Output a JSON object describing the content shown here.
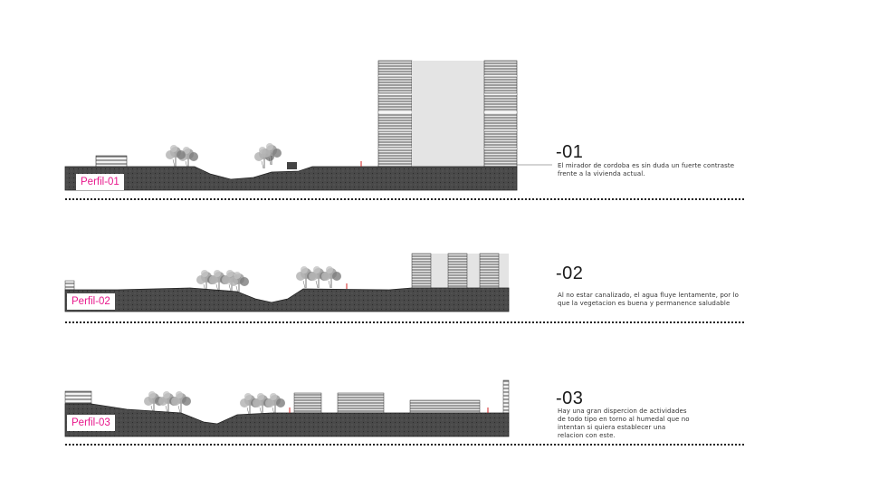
{
  "sections": [
    {
      "tag": "Perfil-01",
      "number": "-01",
      "description": "El mirador de cordoba es sin duda un fuerte contraste frente a la vivienda actual."
    },
    {
      "tag": "Perfil-02",
      "number": "-02",
      "description": "Al no estar canalizado, el agua fluye lentamente, por lo que la vegetacion es buena y permanence saludable"
    },
    {
      "tag": "Perfil-03",
      "number": "-03",
      "description": "Hay una gran dispercion de actividades de todo tipo en torno al humedal que no intentan si quiera establecer una relacion con este."
    }
  ],
  "colors": {
    "ground": "#4a4a4a",
    "tag_text": "#e8188c",
    "building_hatch": "#3a3a3a",
    "courtyard": "#e4e4e4",
    "tree": "#8a8a8a"
  }
}
